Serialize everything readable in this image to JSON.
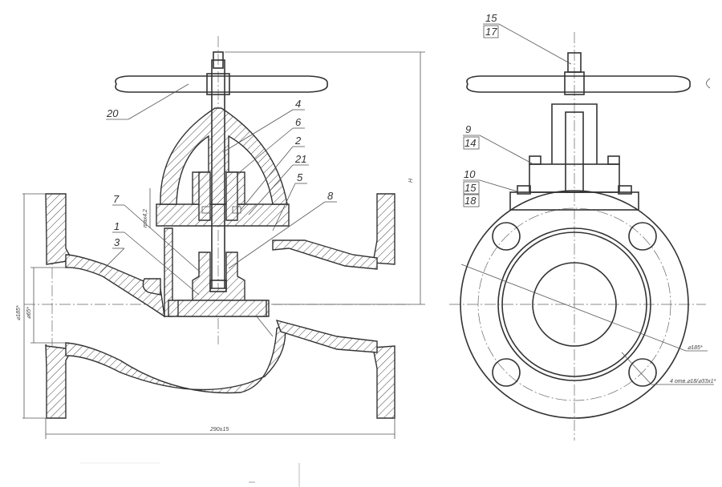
{
  "drawing": {
    "left_view": {
      "callouts": [
        "20",
        "4",
        "6",
        "2",
        "21",
        "5",
        "8",
        "7",
        "1",
        "3"
      ],
      "dimensions": {
        "height": "H",
        "max_gap": "max4,2",
        "flange_diameter": "⌀185*",
        "bore_diameter": "⌀65*",
        "length": "290±15"
      }
    },
    "right_view": {
      "callouts": [
        "15",
        "17",
        "9",
        "14",
        "10",
        "15",
        "18"
      ],
      "dimensions": {
        "flange_diameter": "⌀185*",
        "holes": "4  отв.⌀18/⌀33x1*"
      }
    }
  }
}
